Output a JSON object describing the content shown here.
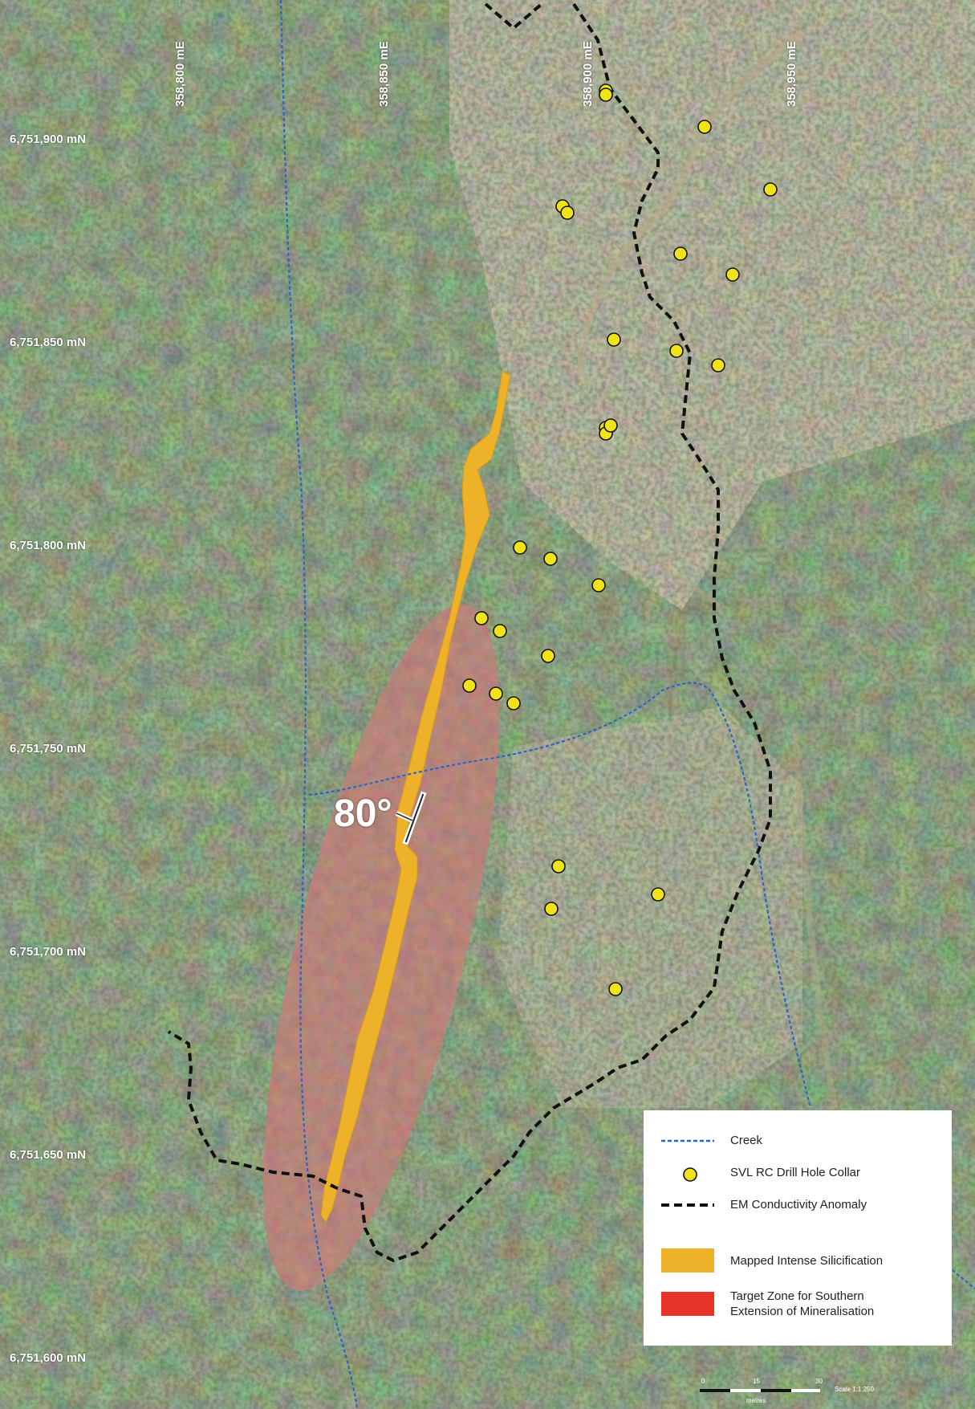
{
  "eastings": [
    "358,800 mE",
    "358,850 mE",
    "358,900 mE",
    "358,950 mE"
  ],
  "northings": [
    "6,751,900 mN",
    "6,751,850 mN",
    "6,751,800 mN",
    "6,751,750 mN",
    "6,751,700 mN",
    "6,751,650 mN",
    "6,751,600 mN"
  ],
  "dip": "80°",
  "legend": {
    "creek": "Creek",
    "collar": "SVL RC Drill Hole Collar",
    "anomaly": "EM Conductivity Anomaly",
    "silicification": "Mapped Intense Silicification",
    "target_line1": "Target Zone for Southern",
    "target_line2": "Extension of Mineralisation"
  },
  "colors": {
    "creek": "#2a63c9",
    "collar_fill": "#f0e418",
    "anomaly": "#111111",
    "silicification": "#eeb12a",
    "target": "#e8332a"
  },
  "scale": {
    "ticks": [
      "0",
      "15",
      "30"
    ],
    "unit": "metres",
    "ratio": "Scale 1:1,250"
  },
  "collar_count": 27
}
